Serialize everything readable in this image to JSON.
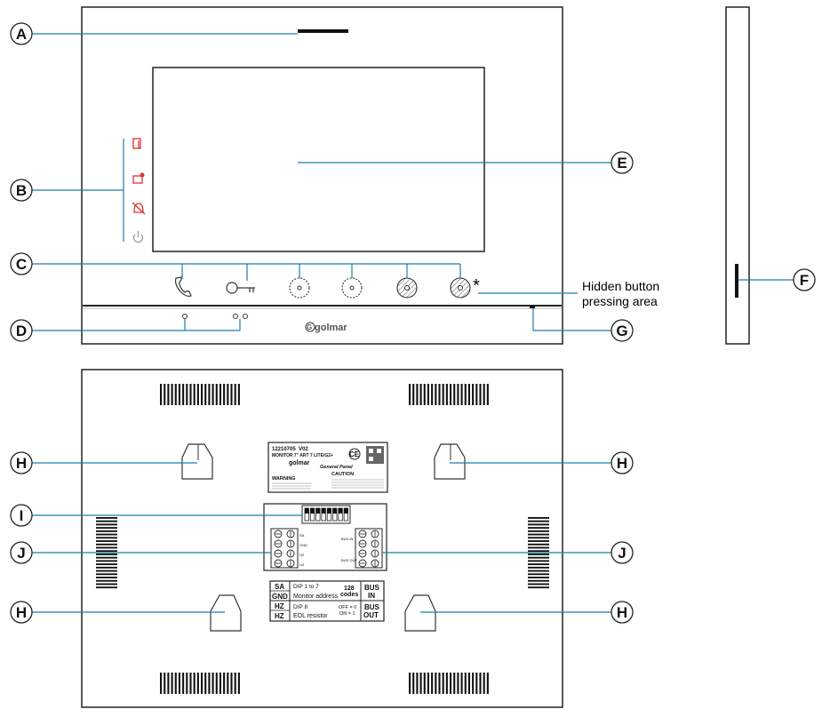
{
  "callouts": {
    "A": "A",
    "B": "B",
    "C": "C",
    "D": "D",
    "E": "E",
    "F": "F",
    "G": "G",
    "H": "H",
    "I": "I",
    "J": "J"
  },
  "note": {
    "asterisk": "*",
    "line1": "Hidden button",
    "line2": "pressing area"
  },
  "front_logo": "golmar",
  "rear_label": {
    "code": "12210705",
    "version": "V02",
    "model": "MONITOR 7\" ART 7 LITE/G2+",
    "brand": "golmar",
    "general_panel": "General Panel",
    "ce": "CE",
    "warning": "WARNING",
    "caution": "CAUTION"
  },
  "wiring_table": {
    "sa": "SA",
    "gnd": "GND",
    "hz1": "HZ",
    "hz2": "HZ",
    "dip_1_7": "DIP 1 to 7",
    "monitor_address": "Monitor address",
    "codes_num": "128",
    "codes": "codes",
    "dip8": "DIP 8",
    "eol": "EOL resistor",
    "off": "OFF = 0",
    "on": "ON = 1",
    "bus_in_1": "BUS",
    "bus_in_2": "IN",
    "bus_out_1": "BUS",
    "bus_out_2": "OUT"
  },
  "terminal_labels": {
    "left": [
      "SA",
      "GND",
      "HZ",
      "HZ"
    ],
    "right_top": "BUS IN",
    "right_bottom": "BUS OUT"
  },
  "colors": {
    "callout_line": "#1a7fa6",
    "led_icons": "#e0303a",
    "power_icon": "#999999"
  }
}
